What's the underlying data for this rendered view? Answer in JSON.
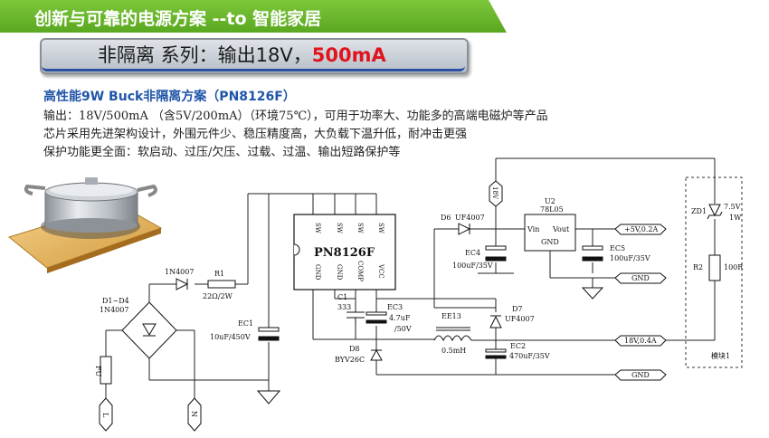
{
  "header": {
    "title": "创新与可靠的电源方案 --to 智能家居",
    "color": "#6cb82c"
  },
  "banner": {
    "text": "非隔离 系列：输出18V，",
    "highlight": "500mA"
  },
  "description": {
    "title": "高性能9W Buck非隔离方案（PN8126F）",
    "lines": [
      "输出：18V/500mA （含5V/200mA）（环境75℃），可用于功率大、功能多的高端电磁炉等产品",
      "芯片采用先进架构设计，外围元件少、稳压精度高，大负载下温升低，耐冲击更强",
      "保护功能更全面：软启动、过压/欠压、过载、过温、输出短路保护等"
    ]
  },
  "schematic": {
    "ic": {
      "name": "PN8126F",
      "pins_top": [
        "SW",
        "SW",
        "SW",
        "SW"
      ],
      "pins_bottom": [
        "GND",
        "GND",
        "COMP",
        "VCC"
      ]
    },
    "ldo": {
      "ref": "U2",
      "part": "78L05",
      "vin": "Vin",
      "vout": "Vout",
      "gnd": "GND"
    },
    "components": {
      "d_in": "1N4007",
      "r1_ref": "R1",
      "r1_val": "22Ω/2W",
      "bridge_ref": "D1~D4",
      "bridge_part": "1N4007",
      "fuse": "FU",
      "line": "L",
      "neutral": "N",
      "ec1_ref": "EC1",
      "ec1_val": "10uF/450V",
      "c1_ref": "C1",
      "c1_val": "333",
      "d8_ref": "D8",
      "d8_part": "BYV26C",
      "ec3_ref": "EC3",
      "ec3_val1": "4.7uF",
      "ec3_val2": "/50V",
      "l_ref": "EE13",
      "l_val": "0.5mH",
      "d6_ref": "D6",
      "d6_part": "UF4007",
      "d7_ref": "D7",
      "d7_part": "UF4007",
      "ec4_ref": "EC4",
      "ec4_val": "100uF/35V",
      "ec5_ref": "EC5",
      "ec5_val": "100uF/35V",
      "ec2_ref": "EC2",
      "ec2_val": "470uF/35V",
      "zd1_ref": "ZD1",
      "zd1_val1": "7.5V",
      "zd1_val2": "1W",
      "r2_ref": "R2",
      "r2_val": "100R",
      "vout_node": "18V",
      "module": "模块1"
    },
    "flags": {
      "v5": "+5V,0.2A",
      "gnd1": "GND",
      "v18": "18V,0.4A",
      "gnd2": "GND"
    }
  },
  "image": {
    "name": "induction-cooker-pot-icon"
  }
}
